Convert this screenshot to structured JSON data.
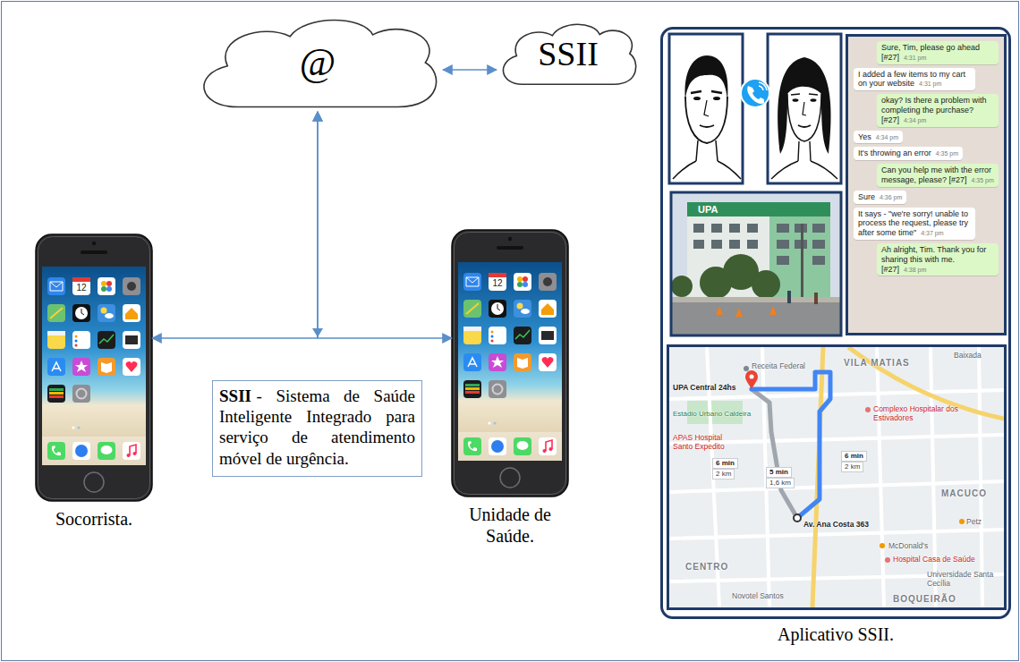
{
  "diagram": {
    "nodes": [
      {
        "text": [
          "@"
        ]
      },
      {
        "text": [
          "SSII"
        ]
      },
      {
        "text": [
          "Socorrista."
        ]
      },
      {
        "text": [
          "SSII",
          "- Sistema de Saúde Inteligente Integrado para serviço de atendimento móvel de urgência."
        ]
      },
      {
        "text": [
          "Unidade de Saúde."
        ]
      },
      {
        "text": [
          "Aplicativo SSII."
        ]
      },
      {
        "text": [
          "Sure, Tim, please go ahead [#27]",
          "4:31 pm",
          "I added a few items to my cart on your website",
          "4:31 pm",
          "okay? Is there a problem with completing the purchase? [#27]",
          "4:34 pm",
          "Yes",
          "4:34 pm",
          "It's throwing an error",
          "4:35 pm",
          "Can you help me with the error message, please? [#27]",
          "4:35 pm",
          "Sure",
          "4:36 pm",
          "It says - \"we're sorry! unable to process the request, please try after some time\"",
          "4:37 pm",
          "Ah alright, Tim. Thank you for sharing this with me. [#27]",
          "4:38 pm"
        ],
        "in": 5
      },
      {
        "text": [
          "Baixada",
          "VILA MATIAS",
          "Receita Federal",
          "UPA Central 24hs",
          "Estádio Urbano Caldeira",
          "Complexo Hospitalar dos Estivadores",
          "APAS Hospital Santo Expedito",
          "6 min",
          "2 km",
          "5 min",
          "1,6 km",
          "6 min",
          "2 km",
          "MACUCO",
          "Av. Ana Costa 363",
          "Petz",
          "McDonald's",
          "Hospital Casa de Saúde",
          "CENTRO",
          "Universidade Santa Cecília",
          "Novotel Santos",
          "BOQUEIRÃO"
        ],
        "in": 5
      }
    ],
    "edges": [
      {
        "from": 0,
        "to": 1,
        "arrow": "both"
      },
      {
        "from": 0,
        "to": 2,
        "arrow": "both"
      },
      {
        "from": 0,
        "to": 4,
        "arrow": "both"
      }
    ],
    "labels": [
      "UPA",
      "12",
      "12"
    ]
  }
}
